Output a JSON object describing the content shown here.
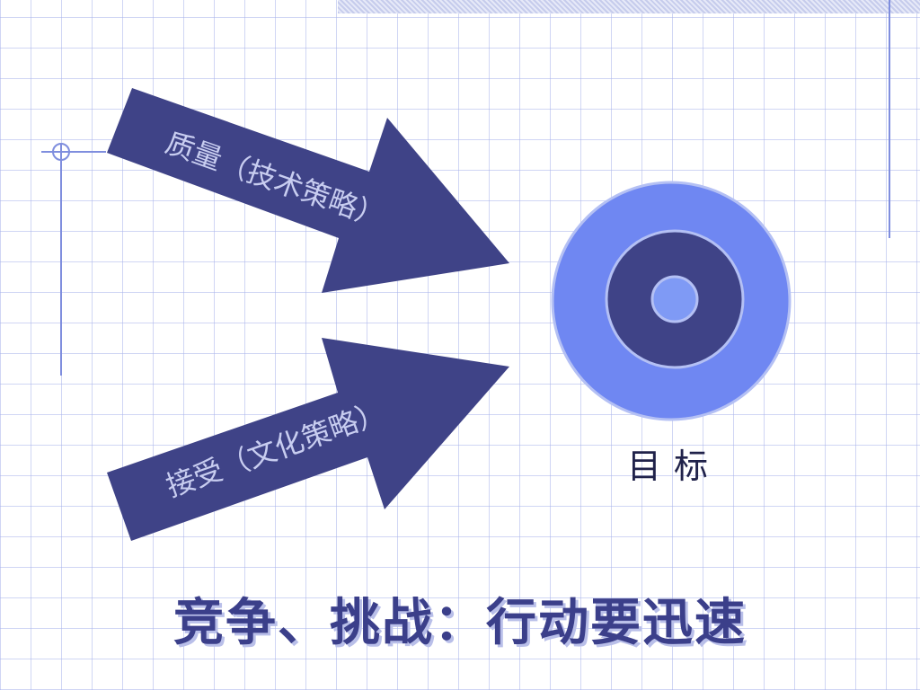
{
  "arrows": {
    "upper_label": "质量（技术策略）",
    "lower_label": "接受（文化策略）"
  },
  "target": {
    "label": "目标"
  },
  "slogan": "竞争、挑战：行动要迅速",
  "colors": {
    "arrow_fill": "#3f4387",
    "arrow_text": "#c8cdf0",
    "ring_outer": "#6f87f2",
    "ring_inner": "#3f4387",
    "bullseye": "#7f9af5",
    "ring_border": "#b4c0f4",
    "slogan": "#3b3f8a",
    "grid": "#aab4eb"
  }
}
